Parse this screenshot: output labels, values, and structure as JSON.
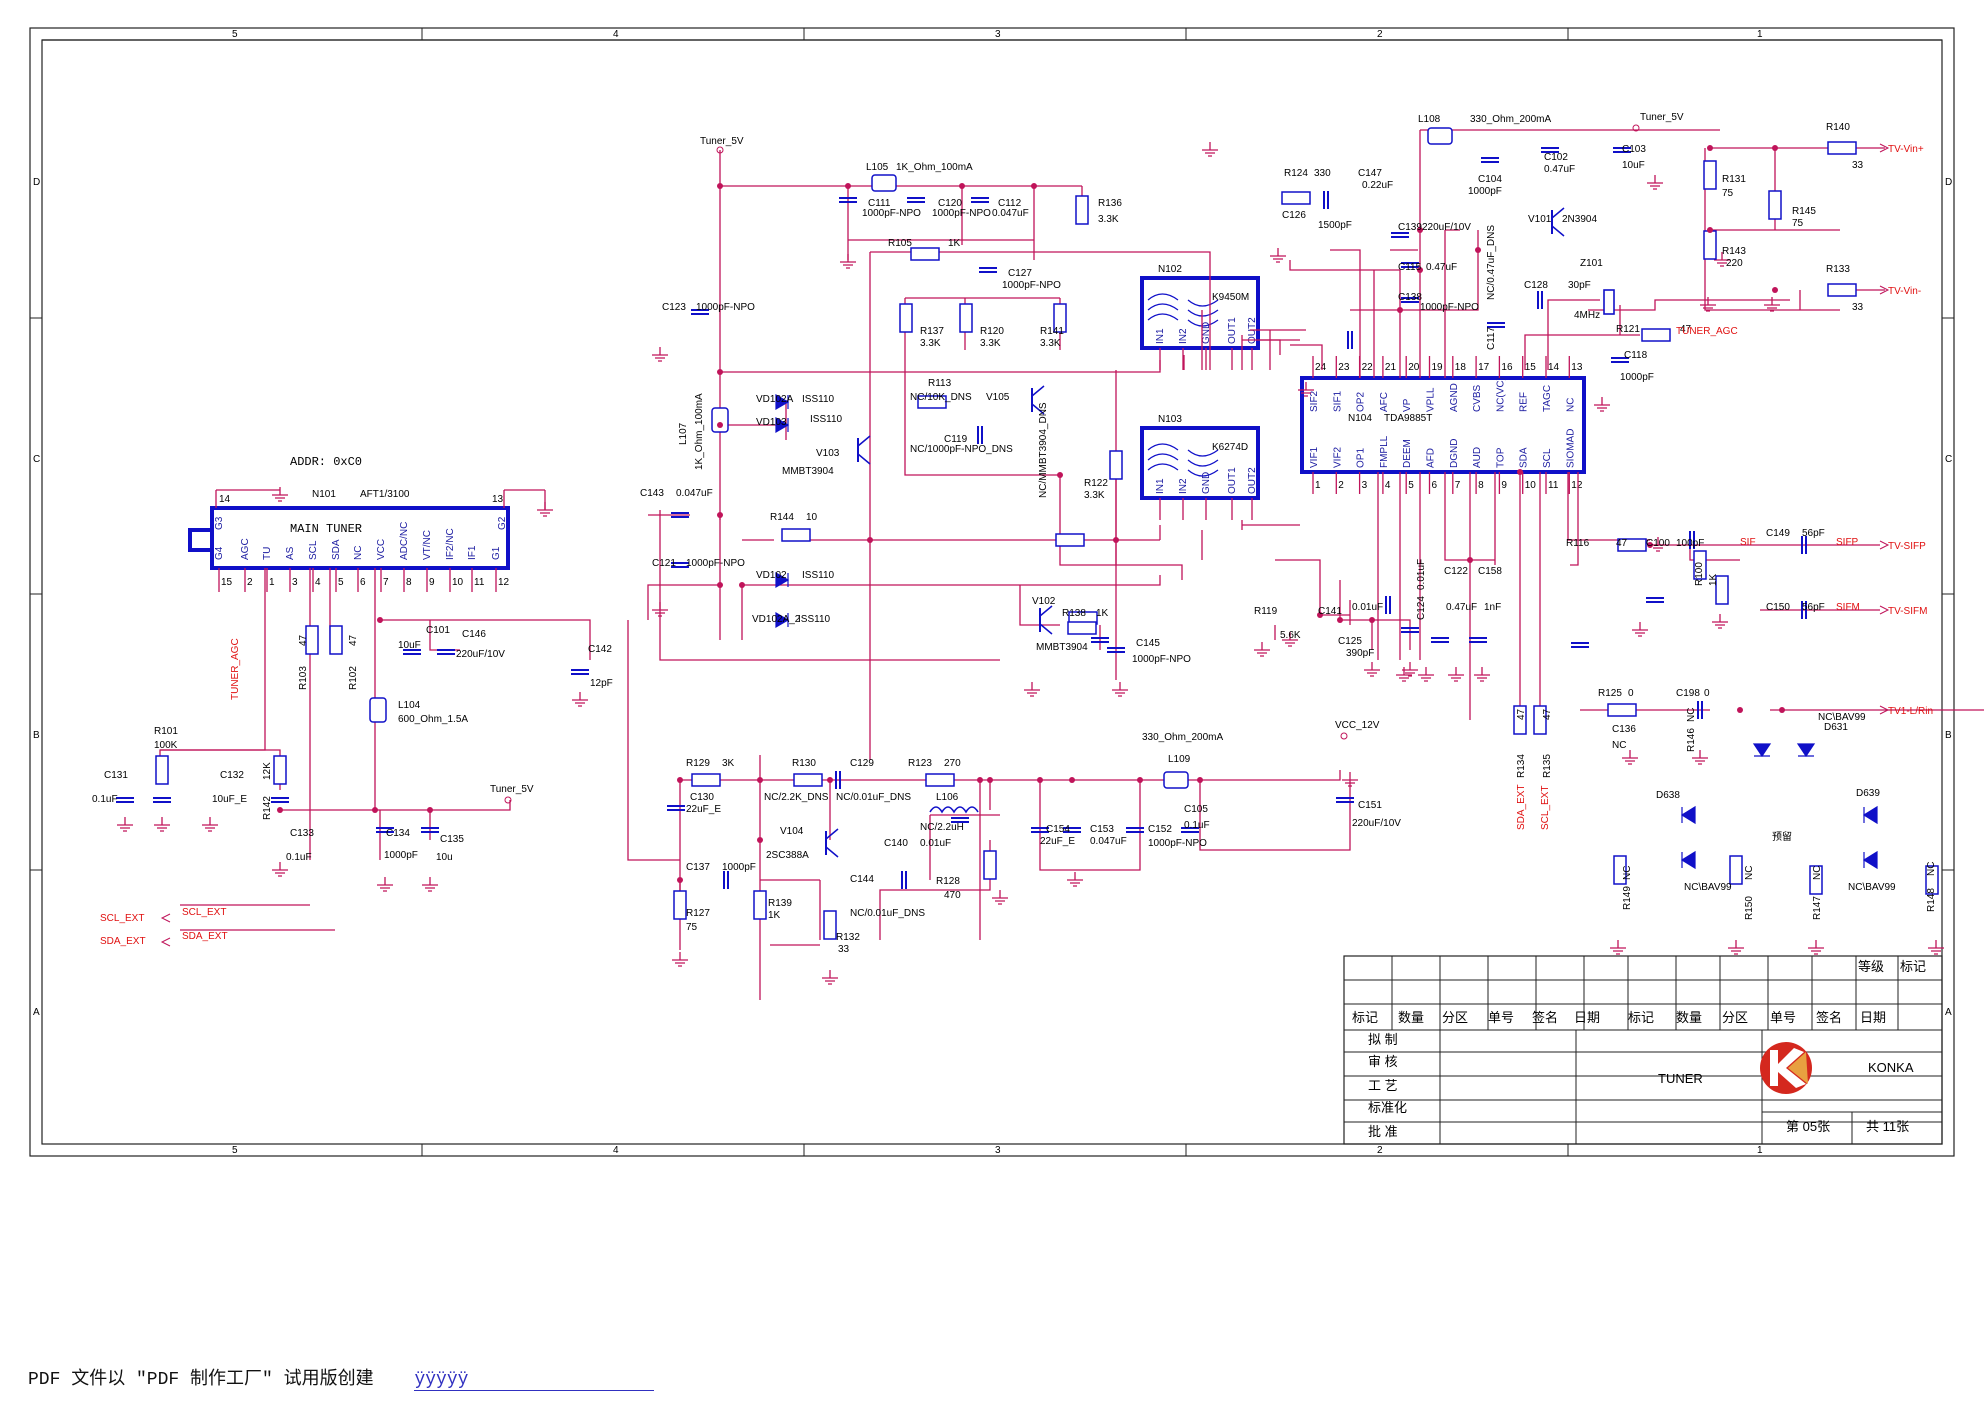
{
  "frame": {
    "col_marks": [
      "5",
      "4",
      "3",
      "2",
      "1"
    ],
    "row_marks": [
      "D",
      "C",
      "B",
      "A"
    ]
  },
  "tuner": {
    "ref": "N101",
    "part": "AFT1/3100",
    "name": "MAIN TUNER",
    "addr": "ADDR: 0xC0",
    "pins": [
      "G4",
      "AGC",
      "TU",
      "AS",
      "SCL",
      "SDA",
      "NC",
      "VCC",
      "ADC/NC",
      "VT/NC",
      "IF2/NC",
      "IF1",
      "G1"
    ],
    "pin_nums": [
      "15",
      "2",
      "1",
      "3",
      "4",
      "5",
      "6",
      "7",
      "8",
      "9",
      "10",
      "11",
      "12"
    ],
    "g3": "G3",
    "g2": "G2",
    "pin14": "14",
    "pin13": "13"
  },
  "ics": {
    "n102": {
      "ref": "N102",
      "part": "K9450M",
      "pins": [
        "IN1",
        "IN2",
        "GND",
        "OUT1",
        "OUT2"
      ]
    },
    "n103": {
      "ref": "N103",
      "part": "K6274D",
      "pins": [
        "IN1",
        "IN2",
        "GND",
        "OUT1",
        "OUT2"
      ]
    },
    "n104": {
      "ref": "N104",
      "part": "TDA9885T",
      "top_pins": [
        "SIF2",
        "SIF1",
        "OP2",
        "AFC",
        "VP",
        "VPLL",
        "AGND",
        "CVBS",
        "NC(VC)",
        "REF",
        "TAGC",
        "NC"
      ],
      "top_nums": [
        "24",
        "23",
        "22",
        "21",
        "20",
        "19",
        "18",
        "17",
        "16",
        "15",
        "14",
        "13"
      ],
      "bot_pins": [
        "VIF1",
        "VIF2",
        "OP1",
        "FMPLL",
        "DEEM",
        "AFD",
        "DGND",
        "AUD",
        "TOP",
        "SDA",
        "SCL",
        "SIOMAD"
      ],
      "bot_nums": [
        "1",
        "2",
        "3",
        "4",
        "5",
        "6",
        "7",
        "8",
        "9",
        "10",
        "11",
        "12"
      ]
    }
  },
  "labels": {
    "tuner_5v_a": "Tuner_5V",
    "tuner_5v_b": "Tuner_5V",
    "tuner_5v_c": "Tuner_5V",
    "vcc_12v": "VCC_12V",
    "tuner_agc": "TUNER_AGC",
    "tuner_agc2": "TUNER_AGC",
    "scl_ext": "SCL_EXT",
    "sda_ext": "SDA_EXT",
    "scl_ext_l": "SCL_EXT",
    "sda_ext_l": "SDA_EXT",
    "sda_ext_v": "SDA_EXT",
    "scl_ext_v": "SCL_EXT",
    "tv_vin_p": "TV-Vin+",
    "tv_vin_m": "TV-Vin-",
    "tv_sifp": "TV-SIFP",
    "tv_sifm": "TV-SIFM",
    "tv1_lrin": "TV1-L/Rin",
    "sif": "SIF",
    "sifp": "SIFP",
    "sifm": "SIFM",
    "yuliu": "预留"
  },
  "components": [
    {
      "n": "L105",
      "v": "1K_Ohm_100mA"
    },
    {
      "n": "L108",
      "v": "330_Ohm_200mA"
    },
    {
      "n": "L109",
      "v": "330_Ohm_200mA"
    },
    {
      "n": "L107",
      "v": "1K_Ohm_100mA"
    },
    {
      "n": "L104",
      "v": "600_Ohm_1.5A"
    },
    {
      "n": "L106",
      "v": "NC/2.2uH"
    },
    {
      "n": "C111",
      "v": "1000pF-NPO"
    },
    {
      "n": "C120",
      "v": "1000pF-NPO"
    },
    {
      "n": "C112",
      "v": "0.047uF"
    },
    {
      "n": "R136",
      "v": "3.3K"
    },
    {
      "n": "R105",
      "v": "1K"
    },
    {
      "n": "C127",
      "v": "1000pF-NPO"
    },
    {
      "n": "C123",
      "v": "1000pF-NPO"
    },
    {
      "n": "R137",
      "v": "3.3K"
    },
    {
      "n": "R120",
      "v": "3.3K"
    },
    {
      "n": "R141",
      "v": "3.3K"
    },
    {
      "n": "R113",
      "v": "NC/10K_DNS"
    },
    {
      "n": "V105",
      "v": "NC/MMBT3904_DNS"
    },
    {
      "n": "C119",
      "v": "NC/1000pF-NPO_DNS"
    },
    {
      "n": "V103",
      "v": "MMBT3904"
    },
    {
      "n": "R122",
      "v": "3.3K"
    },
    {
      "n": "C143",
      "v": "0.047uF"
    },
    {
      "n": "R144",
      "v": "10"
    },
    {
      "n": "C121",
      "v": "1000pF-NPO"
    },
    {
      "n": "V102",
      "v": "MMBT3904"
    },
    {
      "n": "R138",
      "v": "1K"
    },
    {
      "n": "C145",
      "v": "1000pF-NPO"
    },
    {
      "n": "R124",
      "v": "330"
    },
    {
      "n": "C126",
      "v": "1500pF"
    },
    {
      "n": "C147",
      "v": "0.22uF"
    },
    {
      "n": "C104",
      "v": "1000pF"
    },
    {
      "n": "C102",
      "v": "0.47uF"
    },
    {
      "n": "C103",
      "v": "10uF"
    },
    {
      "n": "C139",
      "v": "220uF/10V"
    },
    {
      "n": "C115",
      "v": "0.47uF"
    },
    {
      "n": "C138",
      "v": "1000pF-NPO"
    },
    {
      "n": "C117",
      "v": "NC/0.47uF_DNS"
    },
    {
      "n": "V101",
      "v": "2N3904"
    },
    {
      "n": "C128",
      "v": "30pF"
    },
    {
      "n": "Z101",
      "v": "4MHz"
    },
    {
      "n": "R121",
      "v": "47"
    },
    {
      "n": "C118",
      "v": "1000pF"
    },
    {
      "n": "R140",
      "v": "33"
    },
    {
      "n": "R131",
      "v": "75"
    },
    {
      "n": "R145",
      "v": "75"
    },
    {
      "n": "R143",
      "v": "220"
    },
    {
      "n": "R133",
      "v": "33"
    },
    {
      "n": "R119",
      "v": "5.6K"
    },
    {
      "n": "C141",
      "v": "0.01uF"
    },
    {
      "n": "C125",
      "v": "390pF"
    },
    {
      "n": "C124",
      "v": "0.01uF"
    },
    {
      "n": "C122",
      "v": "0.47uF"
    },
    {
      "n": "C158",
      "v": "1nF"
    },
    {
      "n": "R116",
      "v": "47"
    },
    {
      "n": "C100",
      "v": "100pF"
    },
    {
      "n": "R100",
      "v": "1K"
    },
    {
      "n": "C149",
      "v": "56pF"
    },
    {
      "n": "C150",
      "v": "56pF"
    },
    {
      "n": "R125",
      "v": "0"
    },
    {
      "n": "C198",
      "v": "0"
    },
    {
      "n": "C136",
      "v": "NC"
    },
    {
      "n": "R146",
      "v": "NC"
    },
    {
      "n": "D631",
      "v": "NC\\BAV99"
    },
    {
      "n": "D638",
      "v": "NC\\BAV99"
    },
    {
      "n": "D639",
      "v": "NC\\BAV99"
    },
    {
      "n": "R149",
      "v": "NC"
    },
    {
      "n": "R150",
      "v": "NC"
    },
    {
      "n": "R147",
      "v": "NC"
    },
    {
      "n": "R148",
      "v": "NC"
    },
    {
      "n": "R134",
      "v": "47"
    },
    {
      "n": "R135",
      "v": "47"
    },
    {
      "n": "R103",
      "v": "47"
    },
    {
      "n": "R102",
      "v": "47"
    },
    {
      "n": "C101",
      "v": "10uF"
    },
    {
      "n": "C146",
      "v": "220uF/10V"
    },
    {
      "n": "C142",
      "v": "12pF"
    },
    {
      "n": "R101",
      "v": "100K"
    },
    {
      "n": "C131",
      "v": "0.1uF"
    },
    {
      "n": "C132",
      "v": "10uF_E"
    },
    {
      "n": "R142",
      "v": "12K"
    },
    {
      "n": "C133",
      "v": "0.1uF"
    },
    {
      "n": "C134",
      "v": "1000pF"
    },
    {
      "n": "C135",
      "v": "10u"
    },
    {
      "n": "R129",
      "v": "3K"
    },
    {
      "n": "R130",
      "v": "NC/2.2K_DNS"
    },
    {
      "n": "C129",
      "v": "NC/0.01uF_DNS"
    },
    {
      "n": "R123",
      "v": "270"
    },
    {
      "n": "C130",
      "v": "22uF_E"
    },
    {
      "n": "V104",
      "v": "2SC388A"
    },
    {
      "n": "C140",
      "v": "0.01uF"
    },
    {
      "n": "C137",
      "v": "1000pF"
    },
    {
      "n": "R127",
      "v": "75"
    },
    {
      "n": "R139",
      "v": "1K"
    },
    {
      "n": "C144",
      "v": "NC/0.01uF_DNS"
    },
    {
      "n": "R128",
      "v": "470"
    },
    {
      "n": "R132",
      "v": "33"
    },
    {
      "n": "C154",
      "v": "22uF_E"
    },
    {
      "n": "C153",
      "v": "0.047uF"
    },
    {
      "n": "C152",
      "v": "1000pF-NPO"
    },
    {
      "n": "C105",
      "v": "0.1uF"
    },
    {
      "n": "C151",
      "v": "220uF/10V"
    },
    {
      "n": "VD102A",
      "v": "ISS110"
    },
    {
      "n": "VD103",
      "v": "ISS110"
    },
    {
      "n": "VD102",
      "v": "ISS110"
    },
    {
      "n": "VD102A_2",
      "v": "ISS110"
    }
  ],
  "title_block": {
    "hdr_a": [
      "等级",
      "标记"
    ],
    "hdr_b": [
      "标记",
      "数量",
      "分区",
      "单号",
      "签名",
      "日期",
      "标记",
      "数量",
      "分区",
      "单号",
      "签名",
      "日期"
    ],
    "roles": [
      "拟 制",
      "审 核",
      "工 艺",
      "标准化",
      "批 准"
    ],
    "title": "TUNER",
    "brand": "KONKA",
    "sheet": "第 05张",
    "total": "共 11张",
    "brand_color": "#d4281e",
    "brand_color2": "#e8a040"
  },
  "footer": {
    "text": "PDF 文件以 \"PDF 制作工厂\" 试用版创建",
    "tail": "ÿÿÿÿÿ"
  }
}
